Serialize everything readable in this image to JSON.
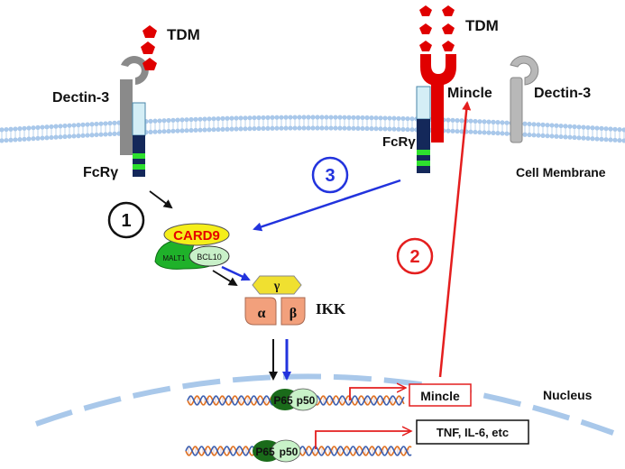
{
  "labels": {
    "tdm_left": "TDM",
    "tdm_right": "TDM",
    "dectin3_left": "Dectin-3",
    "dectin3_right": "Dectin-3",
    "mincle_receptor": "Mincle",
    "fcrg_left": "FcRγ",
    "fcrg_right": "FcRγ",
    "cell_membrane": "Cell Membrane",
    "card9": "CARD9",
    "malt1": "MALT1",
    "bcl10": "BCL10",
    "ikk_gamma": "γ",
    "ikk_alpha": "α",
    "ikk_beta": "β",
    "ikk": "IKK",
    "nucleus": "Nucleus",
    "p65_top": "P65",
    "p50_top": "p50",
    "p65_bottom": "P65",
    "p50_bottom": "p50",
    "mincle_gene": "Mincle",
    "cytokines": "TNF, IL-6, etc"
  },
  "steps": {
    "one": "1",
    "two": "2",
    "three": "3"
  },
  "colors": {
    "membrane": "#a9c8ea",
    "dectin3": "#8a8a8a",
    "mincle": "#e00000",
    "tdm": "#e00000",
    "fcrg_dark": "#14285a",
    "fcrg_green": "#2ee02e",
    "fcrg_cap": "#d4eef6",
    "card9_fill": "#f5ee1a",
    "card9_text": "#e60000",
    "malt1": "#1fb12a",
    "bcl10": "#c8f0c8",
    "ikk_gamma": "#f0e030",
    "ikk_ab": "#f2a07c",
    "p65": "#1a6b1a",
    "p50": "#c8f2c8",
    "dna_a": "#e07020",
    "dna_b": "#3b5fb0",
    "path_blue": "#2233dd",
    "path_red": "#e41e1e",
    "path_black": "#111111",
    "nucleus": "#a9c8ea"
  }
}
